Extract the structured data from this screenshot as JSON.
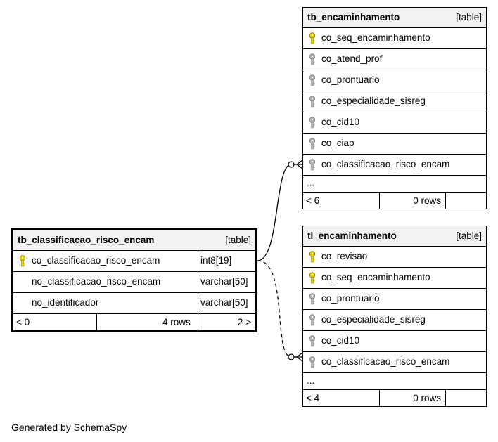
{
  "footer_text": "Generated by SchemaSpy",
  "key_colors": {
    "primary": "#e6d200",
    "foreign": "#b4b4b4"
  },
  "tables": {
    "tb_encaminhamento": {
      "name": "tb_encaminhamento",
      "type": "[table]",
      "columns": [
        {
          "name": "co_seq_encaminhamento",
          "key": "primary-key-icon"
        },
        {
          "name": "co_atend_prof",
          "key": "foreign-key-icon"
        },
        {
          "name": "co_prontuario",
          "key": "foreign-key-icon"
        },
        {
          "name": "co_especialidade_sisreg",
          "key": "foreign-key-icon"
        },
        {
          "name": "co_cid10",
          "key": "foreign-key-icon"
        },
        {
          "name": "co_ciap",
          "key": "foreign-key-icon"
        },
        {
          "name": "co_classificacao_risco_encam",
          "key": "foreign-key-icon"
        }
      ],
      "ellipsis": "...",
      "parents": "< 6",
      "rows": "0 rows"
    },
    "tl_encaminhamento": {
      "name": "tl_encaminhamento",
      "type": "[table]",
      "columns": [
        {
          "name": "co_revisao",
          "key": "primary-key-icon"
        },
        {
          "name": "co_seq_encaminhamento",
          "key": "primary-key-icon"
        },
        {
          "name": "co_prontuario",
          "key": "foreign-key-icon"
        },
        {
          "name": "co_especialidade_sisreg",
          "key": "foreign-key-icon"
        },
        {
          "name": "co_cid10",
          "key": "foreign-key-icon"
        },
        {
          "name": "co_classificacao_risco_encam",
          "key": "foreign-key-icon"
        }
      ],
      "ellipsis": "...",
      "parents": "< 4",
      "rows": "0 rows"
    },
    "tb_classificacao_risco_encam": {
      "name": "tb_classificacao_risco_encam",
      "type": "[table]",
      "columns": [
        {
          "name": "co_classificacao_risco_encam",
          "datatype": "int8[19]",
          "key": "primary-key-icon"
        },
        {
          "name": "no_classificacao_risco_encam",
          "datatype": "varchar[50]"
        },
        {
          "name": "no_identificador",
          "datatype": "varchar[50]"
        }
      ],
      "parents": "< 0",
      "rows": "4 rows",
      "children": "2 >"
    }
  }
}
